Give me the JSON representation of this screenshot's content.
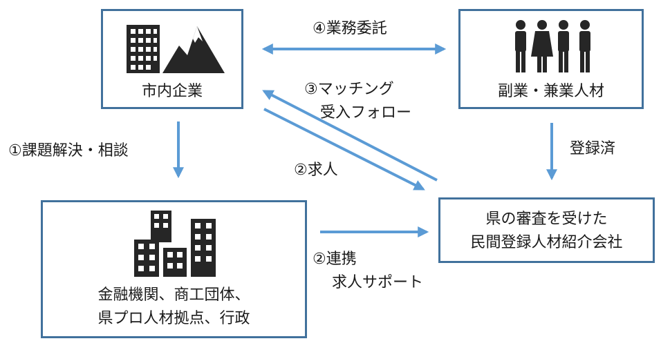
{
  "nodes": {
    "company": {
      "label": "市内企業",
      "icon": "building-mountain-icon"
    },
    "talent": {
      "label": "副業・兼業人材",
      "icon": "people-group-icon"
    },
    "support": {
      "lines": [
        "金融機関、商工団体、",
        "県プロ人材拠点、行政"
      ],
      "icon": "office-buildings-icon"
    },
    "agency": {
      "lines": [
        "県の審査を受けた",
        "民間登録人材紹介会社"
      ]
    }
  },
  "edges": {
    "outsourcing": {
      "label": "④業務委託"
    },
    "matching": {
      "lines": [
        "③マッチング",
        "受入フォロー"
      ]
    },
    "consultation": {
      "label": "①課題解決・相談"
    },
    "job_offer": {
      "label": "②求人"
    },
    "registered": {
      "label": "登録済"
    },
    "cooperation": {
      "lines": [
        "②連携",
        "求人サポート"
      ]
    }
  },
  "colors": {
    "arrow": "#5B9BD5",
    "border": "#41719C",
    "icon": "#262626"
  }
}
